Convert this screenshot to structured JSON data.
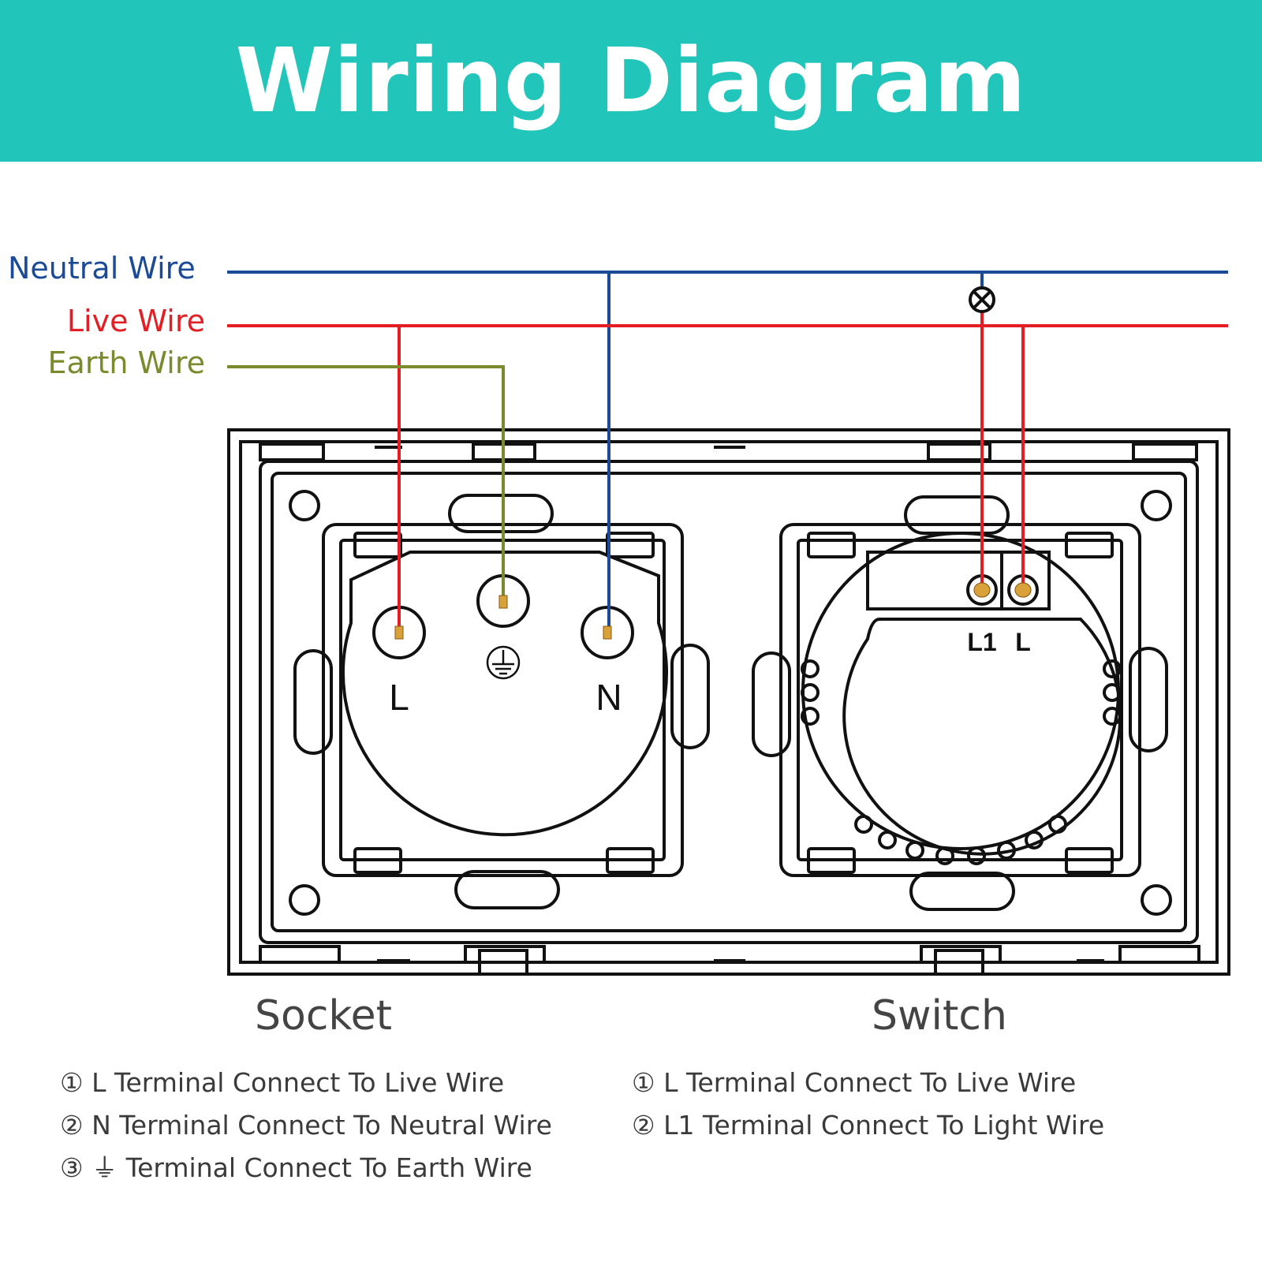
{
  "title": "Wiring Diagram",
  "colors": {
    "banner": "#22c5b9",
    "neutral": "#1b4a96",
    "live": "#e31e24",
    "earth": "#7b8a2c",
    "outline": "#111111",
    "terminal": "#d8a13a"
  },
  "wires": {
    "neutral": "Neutral Wire",
    "live": "Live Wire",
    "earth": "Earth Wire"
  },
  "socket": {
    "caption": "Socket",
    "terminal_labels": {
      "live": "L",
      "neutral": "N",
      "earth_symbol": "earth-ground-icon"
    },
    "notes": [
      "① L Terminal Connect To Live Wire",
      "② N Terminal Connect To Neutral Wire",
      "③ ⏚ Terminal Connect To Earth Wire"
    ]
  },
  "switch": {
    "caption": "Switch",
    "terminal_labels": {
      "light": "L1",
      "live": "L"
    },
    "lamp_symbol": "lamp-icon",
    "notes": [
      "① L Terminal Connect To Live Wire",
      "② L1 Terminal Connect To Light Wire"
    ]
  }
}
